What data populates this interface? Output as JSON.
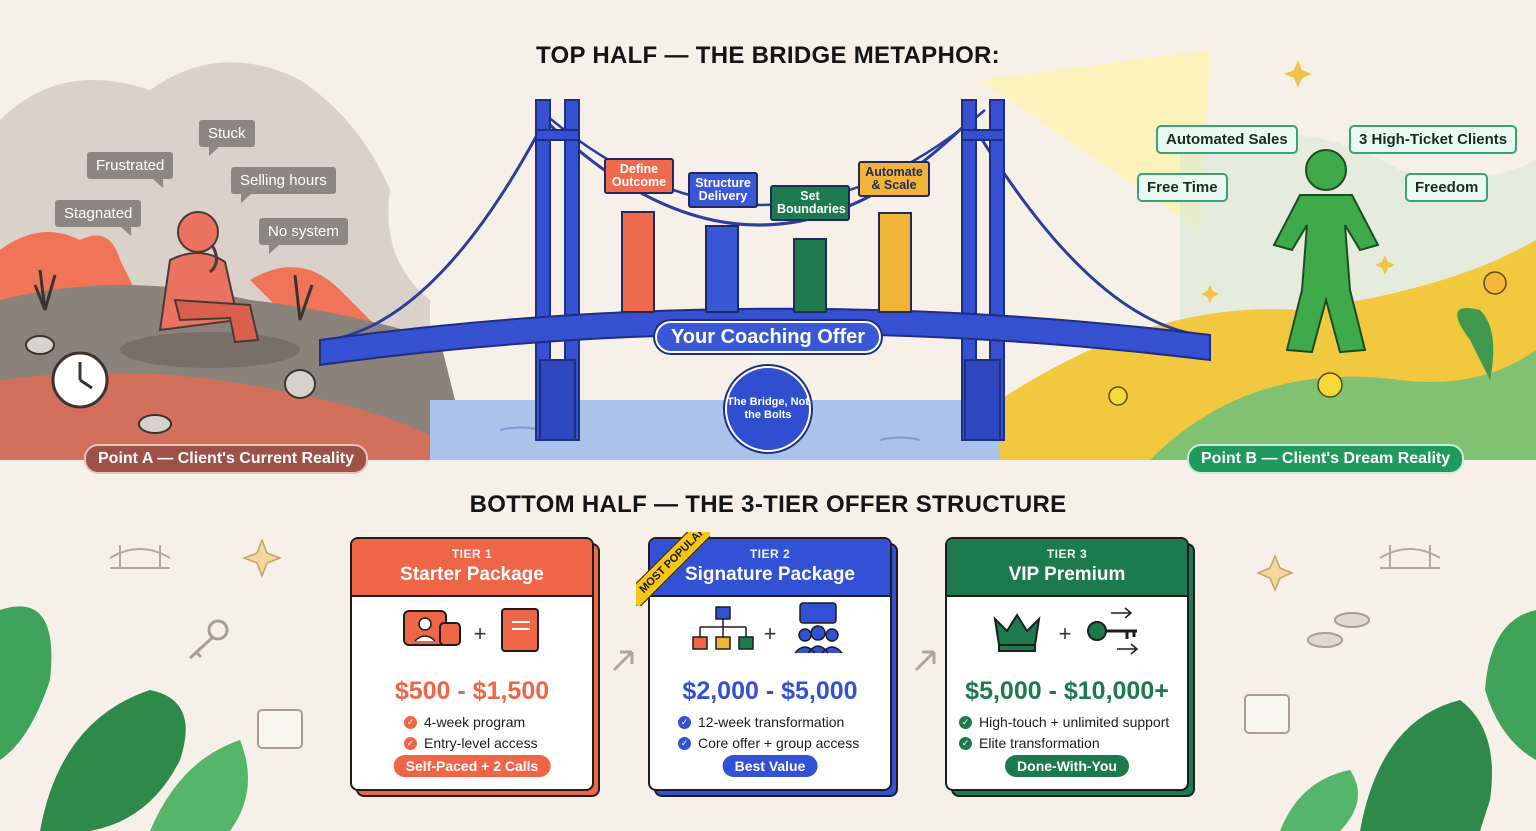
{
  "headings": {
    "top": "TOP HALF — THE BRIDGE METAPHOR:",
    "bottom": "BOTTOM HALF — THE 3-TIER OFFER STRUCTURE"
  },
  "pain_points": [
    "Stuck",
    "Frustrated",
    "Selling hours",
    "Stagnated",
    "No system"
  ],
  "goals": [
    "Automated Sales",
    "3 High-Ticket Clients",
    "Free Time",
    "Freedom"
  ],
  "pillars": [
    {
      "label": "Define Outcome",
      "color": "#ef6a4f"
    },
    {
      "label": "Structure Delivery",
      "color": "#3a57d6"
    },
    {
      "label": "Set Boundaries",
      "color": "#1e7a4e"
    },
    {
      "label": "Automate & Scale",
      "color": "#f2b437"
    }
  ],
  "bridge_label": "Your Coaching Offer",
  "bridge_badge": "The Bridge, Not the Bolts",
  "point_a": "Point A — Client's Current Reality",
  "point_b": "Point B — Client's Dream Reality",
  "tiers": [
    {
      "tier": "TIER 1",
      "name": "Starter Package",
      "price": "$500 - $1,500",
      "features": [
        "4-week program",
        "Entry-level access"
      ],
      "tag": "Self-Paced + 2 Calls",
      "accent": "#ef6548",
      "icons": [
        "chat-coach-icon",
        "book-icon"
      ]
    },
    {
      "tier": "TIER 2",
      "name": "Signature Package",
      "price": "$2,000 - $5,000",
      "features": [
        "12-week transformation",
        "Core offer + group access"
      ],
      "tag": "Best Value",
      "accent": "#3351d4",
      "icons": [
        "flowchart-icon",
        "group-chat-icon"
      ]
    },
    {
      "tier": "TIER 3",
      "name": "VIP Premium",
      "price": "$5,000 - $10,000+",
      "features": [
        "High-touch + unlimited support",
        "Elite transformation"
      ],
      "tag": "Done-With-You",
      "accent": "#1d7a4f",
      "icons": [
        "crown-icon",
        "key-icon"
      ]
    }
  ],
  "ribbon": "MOST POPULAR",
  "colors": {
    "background": "#f6f0e8",
    "mud": "#7f7570",
    "bridge": "#3551d1",
    "water": "#a9c3ea",
    "hill": "#f2c83f",
    "figure": "#3faa4a"
  }
}
